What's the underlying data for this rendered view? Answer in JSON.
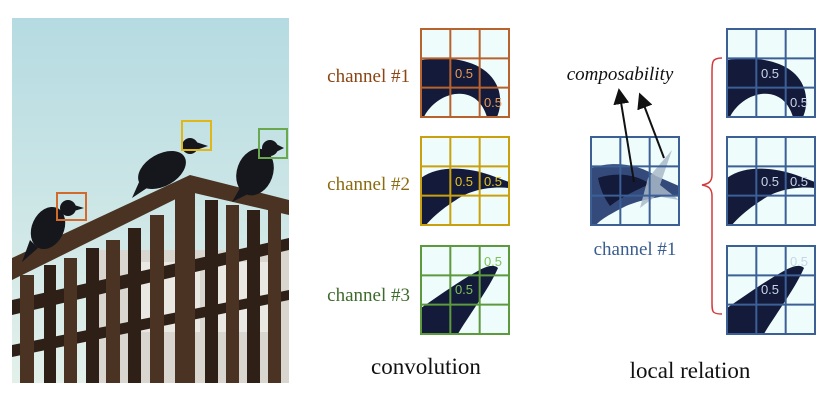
{
  "photo": {
    "sky_top": "#b5dbe2",
    "sky_bottom": "#e3f0ea",
    "crow": "#16161d",
    "wood": "#4a3323",
    "wood_dark": "#2f2017",
    "house": "#d9d6cf",
    "boxes": [
      {
        "name": "channel-1",
        "color": "#d26a2c"
      },
      {
        "name": "channel-2",
        "color": "#e1b717"
      },
      {
        "name": "channel-3",
        "color": "#6aa84f"
      }
    ]
  },
  "convolution": {
    "caption": "convolution",
    "channels": [
      {
        "label": "channel #1",
        "label_color": "#8b4513",
        "grid_color": "#b8632e",
        "values": [
          "0.5",
          "0.5"
        ],
        "value_colors": [
          "#e59a58",
          "#e59a58"
        ]
      },
      {
        "label": "channel #2",
        "label_color": "#8b6b10",
        "grid_color": "#c9a10e",
        "values": [
          "0.5",
          "0.5"
        ],
        "value_colors": [
          "#e4c21f",
          "#e4c21f"
        ]
      },
      {
        "label": "channel #3",
        "label_color": "#3f6a2d",
        "grid_color": "#5d9a3e",
        "values": [
          "0.5",
          "0.5"
        ],
        "value_colors": [
          "#7fc25a",
          "#7fc25a"
        ]
      }
    ]
  },
  "local_relation": {
    "caption": "local relation",
    "composability": "composability",
    "input_label": "channel #1",
    "input_label_color": "#3a5d8f",
    "grid_color": "#3c5f96",
    "bracket_color": "#d43a3a",
    "value_color": "#c8d6e8",
    "outputs": [
      {
        "values": [
          "0.5",
          "0.5"
        ]
      },
      {
        "values": [
          "0.5",
          "0.5"
        ]
      },
      {
        "values": [
          "0.5",
          "0.5"
        ]
      }
    ]
  },
  "colors": {
    "panel_fill": "#eefcfb",
    "blob": "#131a3a",
    "blob_light": "#334a7a",
    "arrow": "#111111"
  }
}
